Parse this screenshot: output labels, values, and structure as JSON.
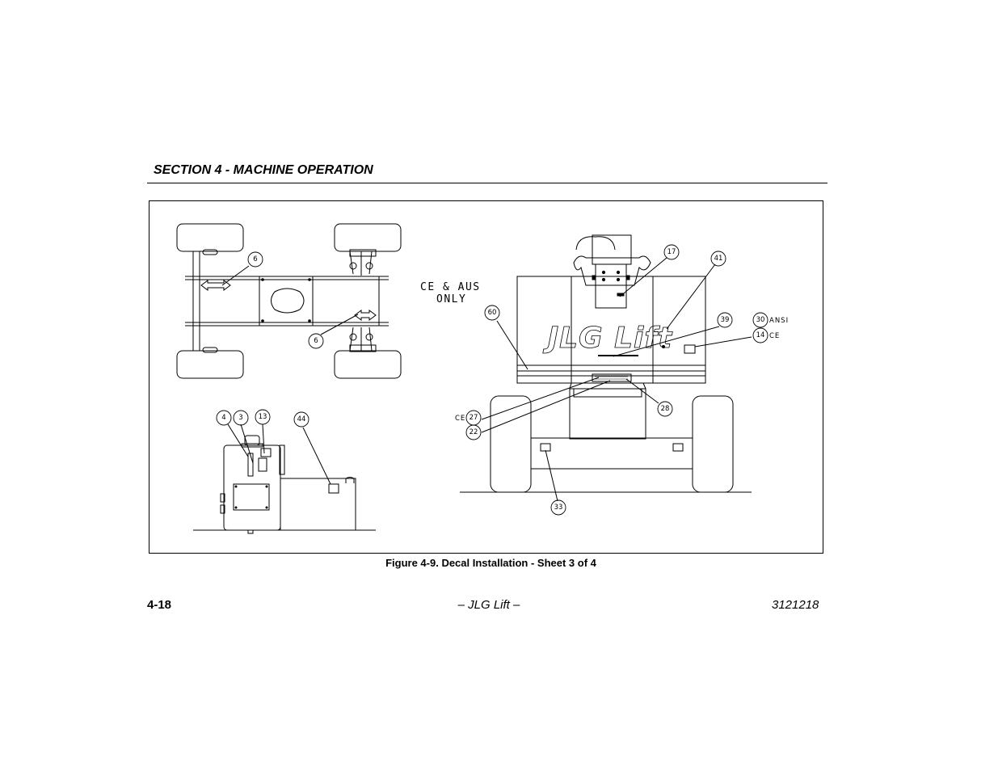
{
  "header": {
    "section_title": "SECTION 4 - MACHINE OPERATION"
  },
  "figure": {
    "caption": "Figure 4-9. Decal Installation - Sheet 3 of 4",
    "note_line1": "CE & AUS",
    "note_line2": "ONLY",
    "logo_text": "JLG Lift",
    "callouts": {
      "c6_top": "6",
      "c6_bottom": "6",
      "c4": "4",
      "c3": "3",
      "c13": "13",
      "c44": "44",
      "c17": "17",
      "c41": "41",
      "c60": "60",
      "c39": "39",
      "c30": "30",
      "c14": "14",
      "c27": "27",
      "c22": "22",
      "c28": "28",
      "c33": "33"
    },
    "labels": {
      "ansi": "ANSI",
      "ce_14": "CE",
      "ce_27": "CE"
    }
  },
  "footer": {
    "page_number": "4-18",
    "center": "– JLG Lift –",
    "doc_number": "3121218"
  }
}
